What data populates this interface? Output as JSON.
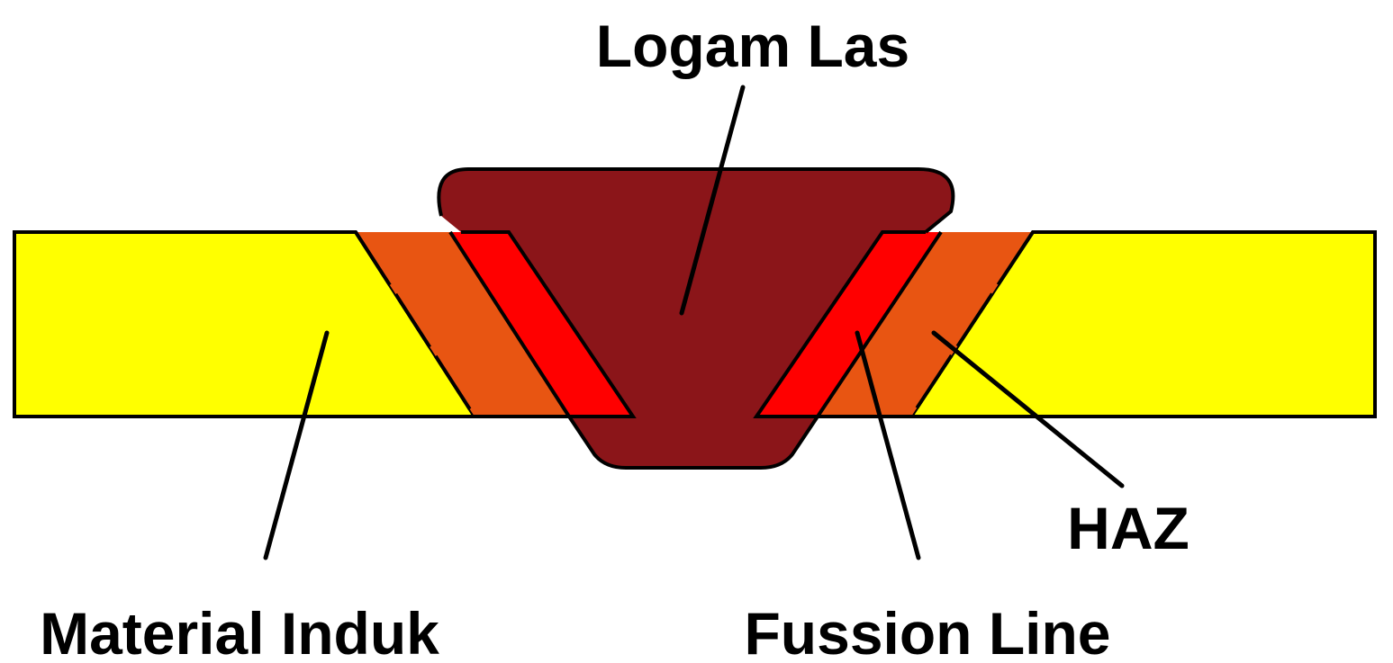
{
  "diagram": {
    "labels": {
      "weld_metal": "Logam Las",
      "base_material": "Material Induk",
      "fusion_line": "Fussion Line",
      "haz": "HAZ"
    },
    "colors": {
      "base_material": "#FFFF00",
      "haz": "#E85512",
      "fusion_zone": "#FF0000",
      "weld_metal": "#8B1519",
      "outline": "#000000",
      "background": "#FFFFFF"
    }
  }
}
